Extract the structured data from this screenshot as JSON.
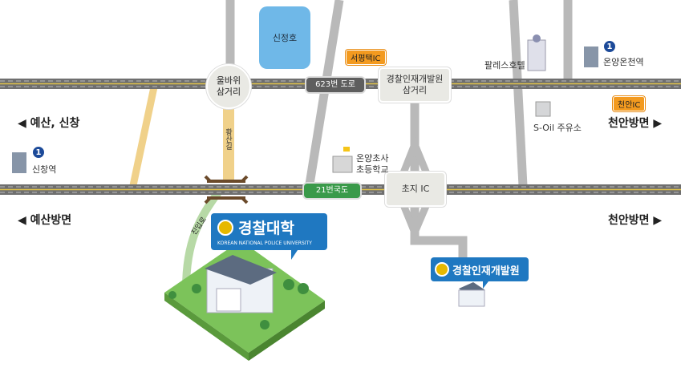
{
  "lake": "신정호",
  "junctions": {
    "ulbawi": [
      "울바위",
      "삼거리"
    ],
    "gyeongchal": [
      "경찰인재개발원",
      "삼거리"
    ],
    "choji": "초지 IC"
  },
  "roads": {
    "r623": "623번 도로",
    "r21": "21번국도",
    "hwangsan": "황산길",
    "jinip": "진입로"
  },
  "ic": {
    "seopyeongtaek": "서평택IC",
    "cheonan": "천안IC"
  },
  "directions": {
    "yesan_sinchang": "◀ 예산, 신창",
    "yesan": "◀ 예산방면",
    "cheonan_top": "천안방면 ▶",
    "cheonan_bottom": "천안방면 ▶"
  },
  "landmarks": {
    "palace": "팔레스호텔",
    "onyang_station": "온양온천역",
    "sinchang_station": "신창역",
    "soil": "S-Oil 주유소",
    "school": [
      "온양초사",
      "초등학교"
    ],
    "line_number": "1"
  },
  "university": {
    "name": "경찰대학",
    "sub": "KOREAN NATIONAL POLICE UNIVERSITY"
  },
  "institute": {
    "name": "경찰인재개발원"
  },
  "colors": {
    "road": "#6f6f6f",
    "road_light": "#b9b9b9",
    "yellow_road": "#f0d18a",
    "lake": "#6fb8e8",
    "bubble": "#1f78c1",
    "green": "#3a9a4a",
    "ic": "#f39a1f"
  }
}
